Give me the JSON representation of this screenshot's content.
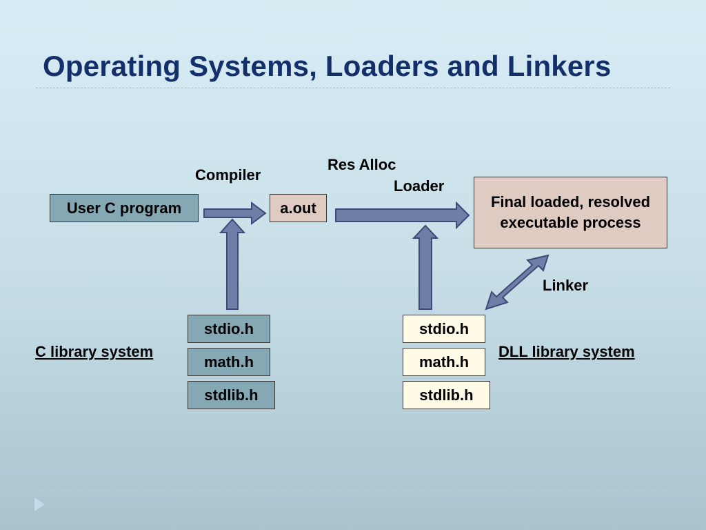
{
  "slide": {
    "title": "Operating Systems, Loaders and Linkers"
  },
  "labels": {
    "compiler": "Compiler",
    "res_alloc": "Res Alloc",
    "loader": "Loader",
    "linker": "Linker",
    "c_library_system": "C library system",
    "dll_library_system": "DLL library system"
  },
  "boxes": {
    "user_c_program": "User C program",
    "a_out": "a.out",
    "final_process": "Final loaded, resolved executable process"
  },
  "c_library_files": [
    "stdio.h",
    "math.h",
    "stdlib.h"
  ],
  "dll_library_files": [
    "stdio.h",
    "math.h",
    "stdlib.h"
  ],
  "colors": {
    "title": "#13306a",
    "arrow_fill": "#6e7ea6",
    "arrow_stroke": "#3d4a78",
    "teal_box": "#84a8b4",
    "pink_box": "#e0cbc3",
    "cream_box": "#fffbe6"
  }
}
